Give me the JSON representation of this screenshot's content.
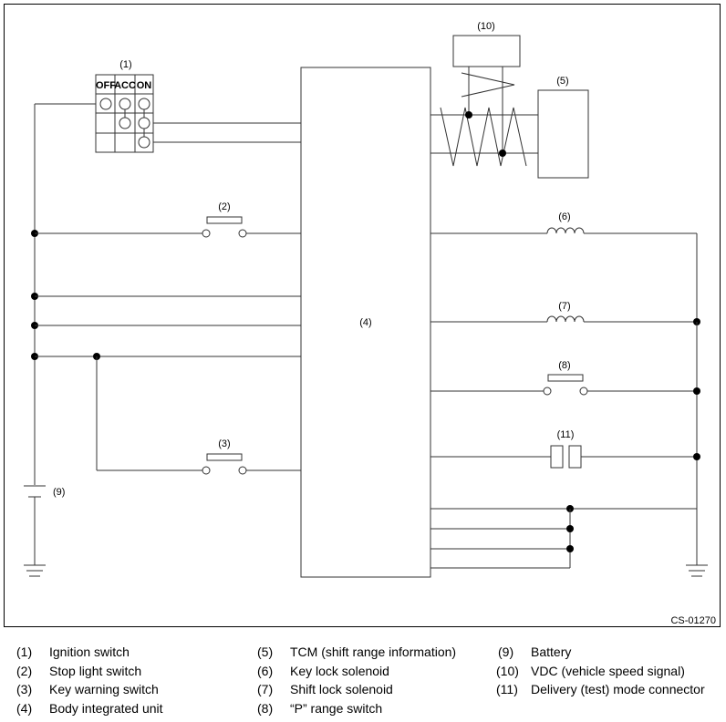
{
  "labels": {
    "ignition": "(1)",
    "stop_light": "(2)",
    "key_warning": "(3)",
    "body_unit": "(4)",
    "tcm": "(5)",
    "key_lock": "(6)",
    "shift_lock": "(7)",
    "p_range": "(8)",
    "battery": "(9)",
    "vdc": "(10)",
    "delivery": "(11)"
  },
  "ignition_switch": {
    "positions": [
      "OFF",
      "ACC",
      "ON"
    ]
  },
  "figure_code": "CS-01270",
  "legend": [
    {
      "num": "(1)",
      "text": "Ignition switch"
    },
    {
      "num": "(2)",
      "text": "Stop light switch"
    },
    {
      "num": "(3)",
      "text": "Key warning switch"
    },
    {
      "num": "(4)",
      "text": "Body integrated unit"
    },
    {
      "num": "(5)",
      "text": "TCM (shift range information)"
    },
    {
      "num": "(6)",
      "text": "Key lock solenoid"
    },
    {
      "num": "(7)",
      "text": "Shift lock solenoid"
    },
    {
      "num": "(8)",
      "text": "“P” range switch"
    },
    {
      "num": "(9)",
      "text": "Battery"
    },
    {
      "num": "(10)",
      "text": "VDC (vehicle speed signal)"
    },
    {
      "num": "(11)",
      "text": "Delivery (test) mode connector"
    }
  ]
}
